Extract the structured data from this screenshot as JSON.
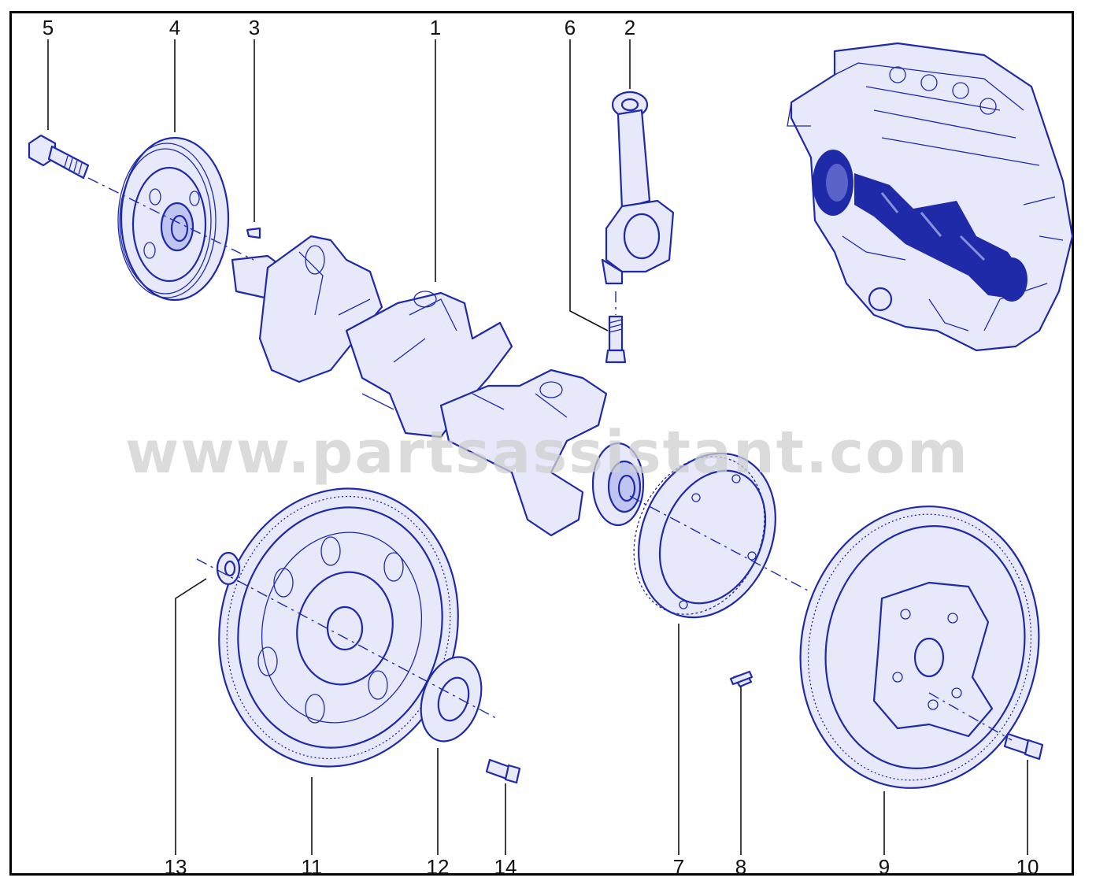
{
  "watermark": "www.partsassistant.com",
  "callouts": {
    "c1": "1",
    "c2": "2",
    "c3": "3",
    "c4": "4",
    "c5": "5",
    "c6": "6",
    "c7": "7",
    "c8": "8",
    "c9": "9",
    "c10": "10",
    "c11": "11",
    "c12": "12",
    "c13": "13",
    "c14": "14"
  },
  "colors": {
    "ink": "#1f2aa8",
    "fill": "#e7e9fb",
    "frame": "#000000",
    "watermark": "#d0d0d0"
  }
}
